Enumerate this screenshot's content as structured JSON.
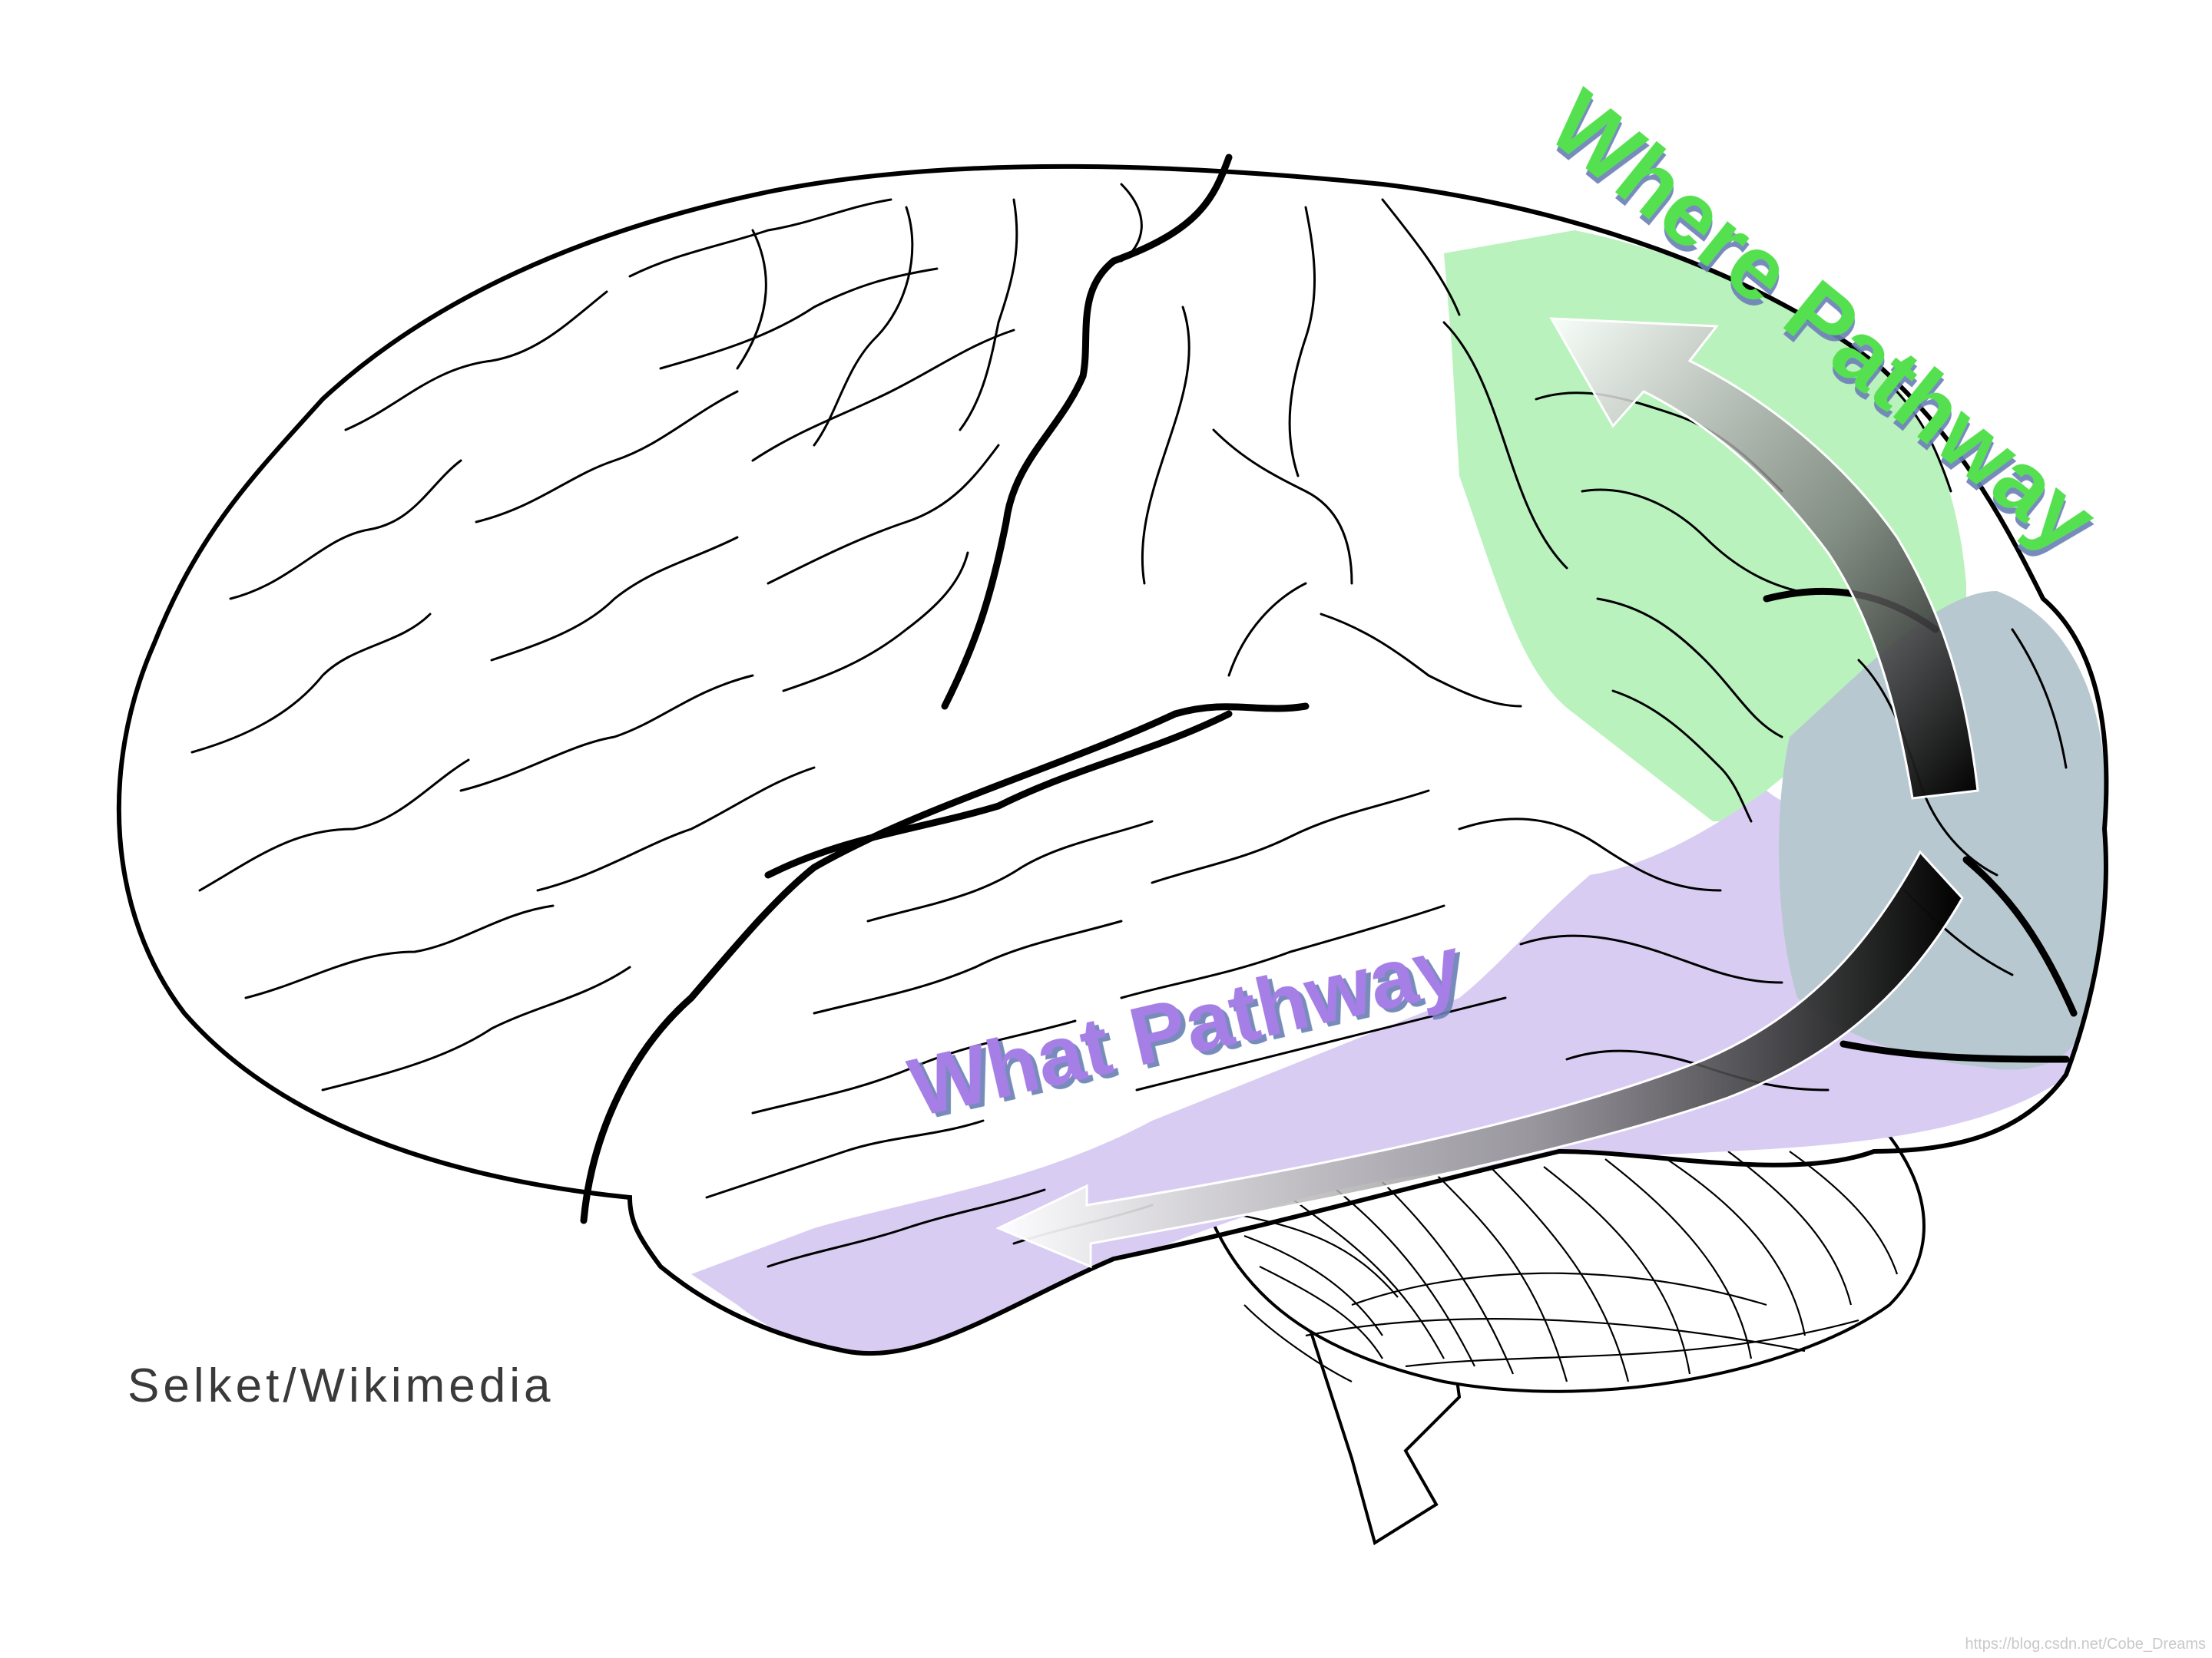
{
  "figure": {
    "where_label": "Where Pathway",
    "what_label": "What Pathway",
    "credit": "Selket/Wikimedia",
    "watermark": "https://blog.csdn.net/Cobe_Dreams"
  },
  "colors": {
    "where_region": "#b9f2bd",
    "what_region": "#d9ccf3",
    "occipital_region": "#b8c8d0",
    "where_text": "#55e050",
    "what_text": "#a57ee6",
    "outline": "#000000"
  },
  "icons": [
    "brain-outline",
    "cerebellum",
    "brain-stem",
    "where-arrow",
    "what-arrow"
  ]
}
